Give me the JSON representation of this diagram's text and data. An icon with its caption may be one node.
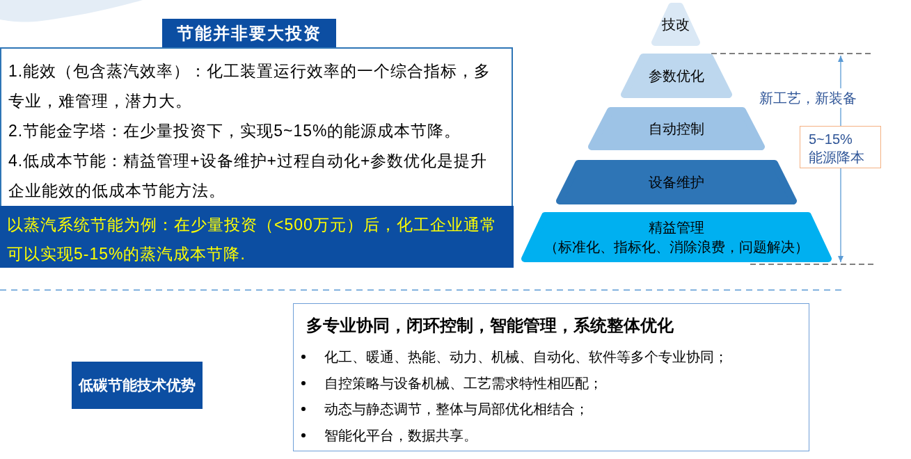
{
  "diagram": {
    "nodes": [
      {
        "text": [
          "节能并非要大投资",
          "1.能效（包含蒸汽效率）：化工装置运行效率的一个综合指标，多专业，难管理，潜力大。",
          "2.节能金字塔：在少量投资下，实现5~15%的能源成本节降。",
          "4.低成本节能：精益管理+设备维护+过程自动化+参数优化是提升企业能效的低成本节能方法。"
        ]
      },
      {
        "text": [
          "以蒸汽系统节能为例：在少量投资（<500万元）后，化工企业通常可以实现5-15%的蒸汽成本节降."
        ]
      },
      {
        "text": [
          "技改"
        ]
      },
      {
        "text": [
          "参数优化"
        ]
      },
      {
        "text": [
          "自动控制"
        ]
      },
      {
        "text": [
          "设备维护"
        ]
      },
      {
        "text": [
          "精益管理",
          "（标准化、指标化、消除浪费，问题解决）"
        ]
      },
      {
        "text": [
          "5~15%能源降本"
        ]
      },
      {
        "text": [
          "低碳节能技术优势"
        ]
      },
      {
        "text": [
          "多专业协同，闭环控制，智能管理，系统整体优化",
          "化工、暖通、热能、动力、机械、自动化、软件等多个专业协同；",
          "自控策略与设备机械、工艺需求特性相匹配；",
          "动态与静态调节，整体与局部优化相结合；",
          "智能化平台，数据共享。"
        ]
      }
    ],
    "labels": [
      "新工艺，新装备"
    ]
  }
}
